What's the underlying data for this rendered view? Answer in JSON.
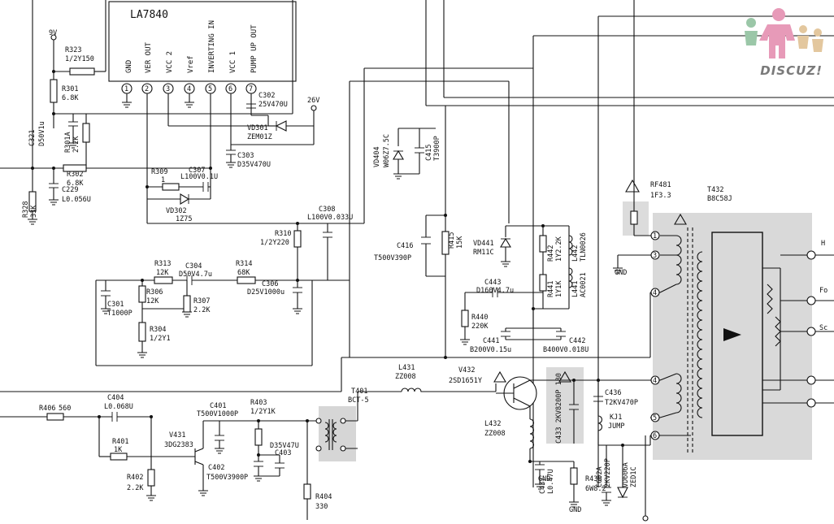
{
  "ic": {
    "name": "LA7840",
    "pins": [
      {
        "num": "1",
        "name": "GND"
      },
      {
        "num": "2",
        "name": "VER OUT"
      },
      {
        "num": "3",
        "name": "VCC 2"
      },
      {
        "num": "4",
        "name": "Vref"
      },
      {
        "num": "5",
        "name": "INVERTING IN"
      },
      {
        "num": "6",
        "name": "VCC 1"
      },
      {
        "num": "7",
        "name": "PUMP UP OUT"
      }
    ]
  },
  "supplies": {
    "v9": "9V",
    "v26": "26V"
  },
  "components": [
    {
      "ref": "R323",
      "value": "1/2Y150"
    },
    {
      "ref": "R301",
      "value": "6.8K"
    },
    {
      "ref": "C321",
      "value": "D50V1u"
    },
    {
      "ref": "R301A",
      "value": "2.2K"
    },
    {
      "ref": "R302",
      "value": "6.8K"
    },
    {
      "ref": "C229",
      "value": "L0.056U"
    },
    {
      "ref": "R328",
      "value": "33K"
    },
    {
      "ref": "C302",
      "value": "25V470U"
    },
    {
      "ref": "VD301",
      "value": "ZEM01Z"
    },
    {
      "ref": "C303",
      "value": "D35V470U"
    },
    {
      "ref": "R309",
      "value": "1"
    },
    {
      "ref": "C307",
      "value": "L100V0.1U"
    },
    {
      "ref": "VD302",
      "value": "1Z75"
    },
    {
      "ref": "C308",
      "value": "L100V0.033U"
    },
    {
      "ref": "R310",
      "value": "1/2Y220"
    },
    {
      "ref": "R313",
      "value": "12K"
    },
    {
      "ref": "C304",
      "value": "D50V4.7u"
    },
    {
      "ref": "R314",
      "value": "68K"
    },
    {
      "ref": "C306",
      "value": "D25V1000u"
    },
    {
      "ref": "C301",
      "value": "T1000P"
    },
    {
      "ref": "R306",
      "value": "12K"
    },
    {
      "ref": "R307",
      "value": "2.2K"
    },
    {
      "ref": "R304",
      "value": "1/2Y1"
    },
    {
      "ref": "VD404",
      "value": "W06Z7.5C"
    },
    {
      "ref": "C415",
      "value": "T3900P"
    },
    {
      "ref": "C416",
      "value": "T500V390P"
    },
    {
      "ref": "R415",
      "value": "15K"
    },
    {
      "ref": "VD441",
      "value": "RM11C"
    },
    {
      "ref": "R442",
      "value": "1Y2.2K"
    },
    {
      "ref": "L442",
      "value": "TLN0026"
    },
    {
      "ref": "R441",
      "value": "1Y1K"
    },
    {
      "ref": "L441",
      "value": "AC0021"
    },
    {
      "ref": "C443",
      "value": "D160V4.7u"
    },
    {
      "ref": "R440",
      "value": "220K"
    },
    {
      "ref": "C441",
      "value": "B200V0.15u"
    },
    {
      "ref": "C442",
      "value": "B400V0.018U"
    },
    {
      "ref": "RF481",
      "value": "1F3.3"
    },
    {
      "ref": "T432",
      "value": "B8C58J"
    },
    {
      "ref": "L431",
      "value": "ZZ008"
    },
    {
      "ref": "V432",
      "value": "2SD1651Y"
    },
    {
      "ref": "C436",
      "value": "T2KV470P"
    },
    {
      "ref": "KJ1",
      "value": "JUMP"
    },
    {
      "ref": "T401",
      "value": "BCT-5"
    },
    {
      "ref": "R406",
      "value": "560"
    },
    {
      "ref": "C404",
      "value": "L0.068U"
    },
    {
      "ref": "R401",
      "value": "1K"
    },
    {
      "ref": "R402",
      "value": "2.2K"
    },
    {
      "ref": "V431",
      "value": "3DG2383"
    },
    {
      "ref": "C401",
      "value": "T500V1000P"
    },
    {
      "ref": "R403",
      "value": "1/2Y1K"
    },
    {
      "ref": "C402",
      "value": "T500V3900P"
    },
    {
      "ref": "C403",
      "value": "D35V47U"
    },
    {
      "ref": "R404",
      "value": "330"
    },
    {
      "ref": "L432",
      "value": "ZZ008"
    },
    {
      "ref": "C437",
      "value": "L0.47U"
    },
    {
      "ref": "R438",
      "value": "6W8.2"
    },
    {
      "ref": "C602A",
      "value": "2KV220P"
    },
    {
      "ref": "VD606A",
      "value": "ZED1C"
    }
  ],
  "transformer_pins": {
    "p1": "1",
    "p3": "3",
    "p4": "4",
    "p5": "5",
    "p6": "6"
  },
  "misc": {
    "gnd": "GND",
    "rotated_cap": "C433 2KV8200P 180"
  },
  "edge_labels": {
    "h": "H",
    "f": "Fo",
    "s": "Sc"
  },
  "logo": {
    "text": "DISCUZ!"
  }
}
